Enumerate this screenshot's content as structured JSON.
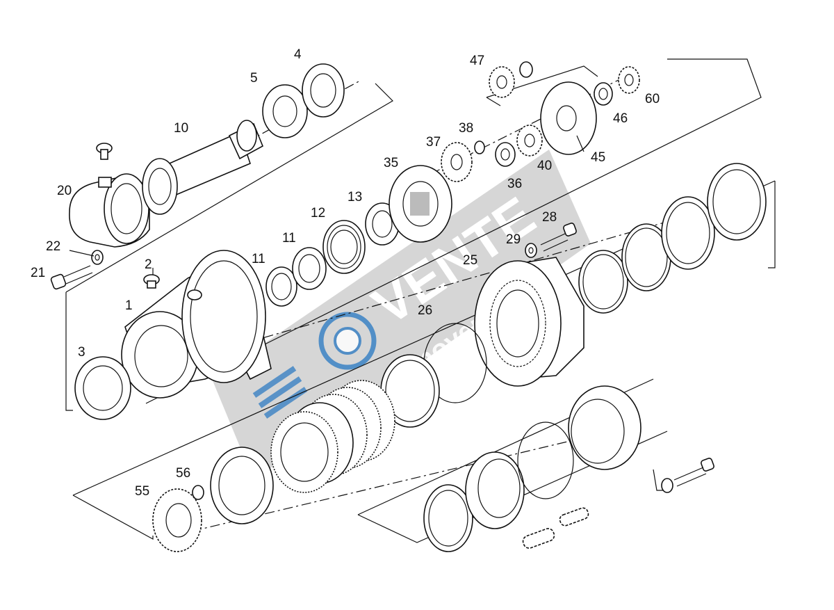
{
  "callouts": [
    {
      "id": "p1",
      "text": "1"
    },
    {
      "id": "p2",
      "text": "2"
    },
    {
      "id": "p3",
      "text": "3"
    },
    {
      "id": "p4",
      "text": "4"
    },
    {
      "id": "p5",
      "text": "5"
    },
    {
      "id": "p10",
      "text": "10"
    },
    {
      "id": "p11a",
      "text": "11"
    },
    {
      "id": "p11b",
      "text": "11"
    },
    {
      "id": "p12",
      "text": "12"
    },
    {
      "id": "p13",
      "text": "13"
    },
    {
      "id": "p20",
      "text": "20"
    },
    {
      "id": "p21",
      "text": "21"
    },
    {
      "id": "p22",
      "text": "22"
    },
    {
      "id": "p25",
      "text": "25"
    },
    {
      "id": "p26",
      "text": "26"
    },
    {
      "id": "p28",
      "text": "28"
    },
    {
      "id": "p29",
      "text": "29"
    },
    {
      "id": "p35",
      "text": "35"
    },
    {
      "id": "p36",
      "text": "36"
    },
    {
      "id": "p37",
      "text": "37"
    },
    {
      "id": "p38",
      "text": "38"
    },
    {
      "id": "p40",
      "text": "40"
    },
    {
      "id": "p45",
      "text": "45"
    },
    {
      "id": "p46",
      "text": "46"
    },
    {
      "id": "p47",
      "text": "47"
    },
    {
      "id": "p55",
      "text": "55"
    },
    {
      "id": "p56",
      "text": "56"
    },
    {
      "id": "p60",
      "text": "60"
    }
  ],
  "watermark": {
    "brand_line_1": "VENTE",
    "brand_line_2": "moventes",
    "color": "#c8c8c8",
    "accent": "#3b82c4"
  },
  "colors": {
    "ink": "#111111",
    "background": "#ffffff"
  }
}
